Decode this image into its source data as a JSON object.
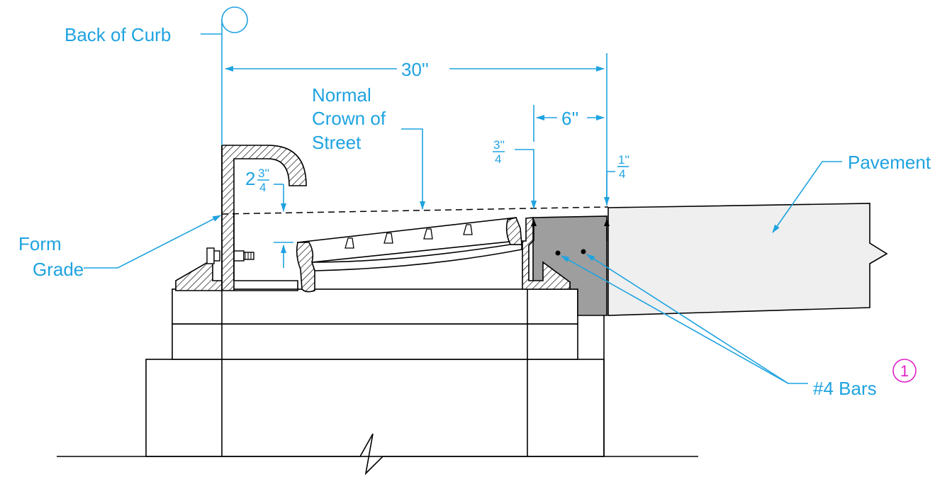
{
  "labels": {
    "back_of_curb": "Back of Curb",
    "dim_30": "30''",
    "normal_crown_line1": "Normal",
    "normal_crown_line2": "Crown of",
    "normal_crown_line3": "Street",
    "dim_6": "6''",
    "dim_three_quarter_num": "3''",
    "dim_three_quarter_den": "4",
    "dim_two_whole": "2",
    "dim_two_num": "3''",
    "dim_two_den": "4",
    "dim_quarter_num": "1''",
    "dim_quarter_den": "4",
    "pavement": "Pavement",
    "form_line1": "Form",
    "form_line2": "Grade",
    "bars": "#4 Bars",
    "note_number": "1"
  },
  "colors": {
    "annotation": "#1fa3e0",
    "note": "#e020c8",
    "concrete_fill": "#9e9e9e",
    "pavement_fill": "#efefef",
    "linework": "#000000"
  }
}
